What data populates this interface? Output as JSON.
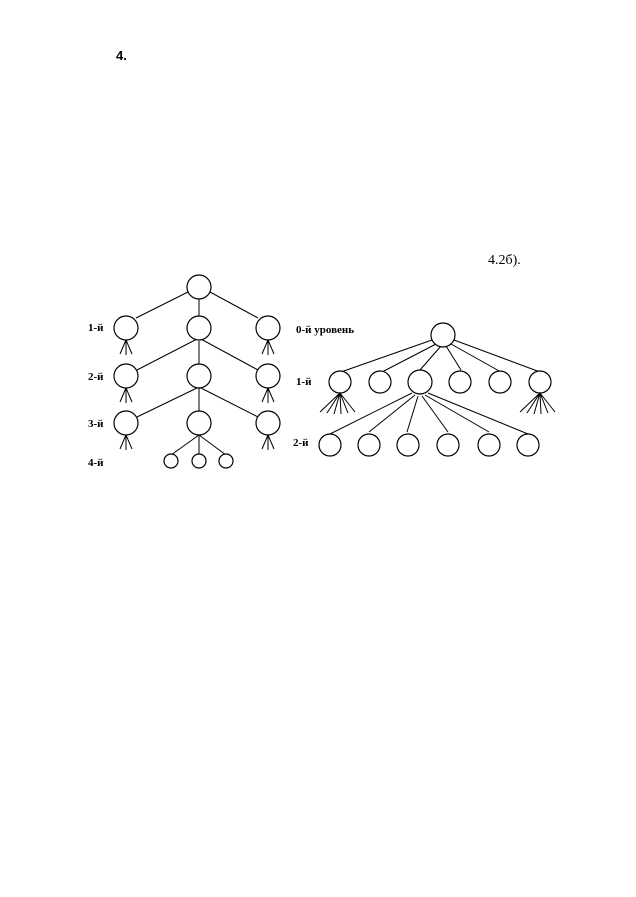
{
  "page_number": "4.",
  "figure_ref": "4.2б).",
  "left_tree": {
    "level_labels": [
      "1-й",
      "2-й",
      "3-й",
      "4-й"
    ]
  },
  "right_tree": {
    "level_labels": [
      "0-й уровень",
      "1-й",
      "2-й"
    ]
  },
  "colors": {
    "ink": "#000000",
    "paper": "#ffffff"
  }
}
